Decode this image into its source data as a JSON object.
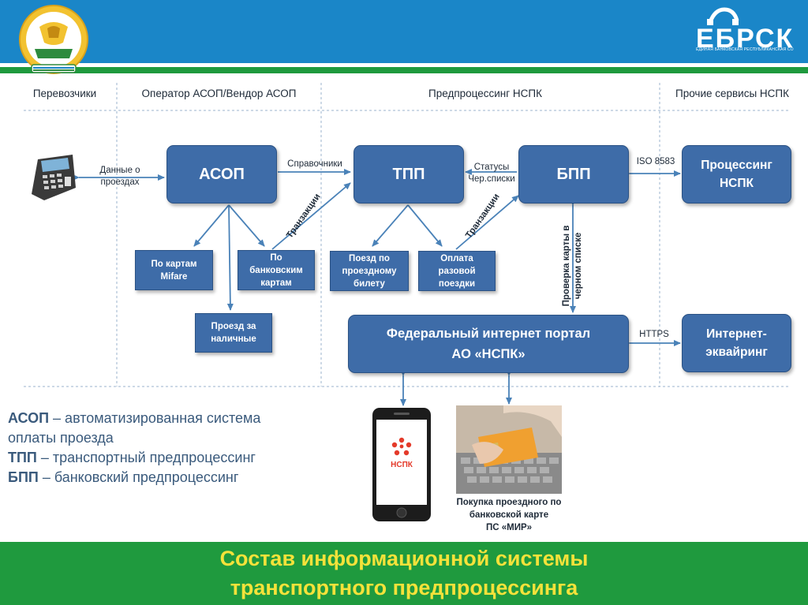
{
  "header": {
    "logo_text": "ЕБРСК",
    "logo_subtext": "ЕДИНАЯ БАНКОВСКАЯ РЕСПУБЛИКАНСКАЯ СОЦИАЛЬНАЯ КАРТА"
  },
  "columns": {
    "carriers": "Перевозчики",
    "operator": "Оператор АСОП/Вендор АСОП",
    "preprocessing": "Предпроцессинг НСПК",
    "other": "Прочие сервисы НСПК"
  },
  "boxes": {
    "asop": "АСОП",
    "tpp": "ТПП",
    "bpp": "БПП",
    "processing_line1": "Процессинг",
    "processing_line2": "НСПК",
    "mifare_line1": "По картам",
    "mifare_line2": "Mifare",
    "bank_line1": "По",
    "bank_line2": "банковским",
    "bank_line3": "картам",
    "cash_line1": "Проезд за",
    "cash_line2": "наличные",
    "ticket_line1": "Поезд по",
    "ticket_line2": "проездному",
    "ticket_line3": "билету",
    "single_line1": "Оплата",
    "single_line2": "разовой",
    "single_line3": "поездки",
    "portal_line1": "Федеральный интернет портал",
    "portal_line2": "АО «НСПК»",
    "acquiring_line1": "Интернет-",
    "acquiring_line2": "эквайринг"
  },
  "labels": {
    "trip_data_line1": "Данные о",
    "trip_data_line2": "проездах",
    "directories": "Справочники",
    "statuses_line1": "Статусы",
    "statuses_line2": "Чер.списки",
    "iso": "ISO 8583",
    "transactions_1": "Транзакции",
    "transactions_2": "Транзакции",
    "check_card_line1": "Проверка карты в",
    "check_card_line2": "черном списке",
    "https": "HTTPS"
  },
  "legend": {
    "asop_abbr": "АСОП",
    "asop_text": " – автоматизированная система",
    "asop_text2": "оплаты проезда",
    "tpp_abbr": "ТПП",
    "tpp_text": " – транспортный предпроцессинг",
    "bpp_abbr": "БПП",
    "bpp_text": " – банковский предпроцессинг"
  },
  "phone": {
    "brand": "НСПК"
  },
  "photo_caption": {
    "line1": "Покупка проездного по",
    "line2": "банковской карте",
    "line3": "ПС «МИР»"
  },
  "footer": {
    "title_line1": "Состав информационной системы",
    "title_line2": "транспортного предпроцессинга"
  },
  "colors": {
    "top_bar": "#1a86c8",
    "green_bar": "#1f9a3e",
    "box_fill": "#3e6ca8",
    "arrow": "#4a82b8",
    "footer_text": "#f5e23a",
    "legend_text": "#3a5a7c"
  }
}
